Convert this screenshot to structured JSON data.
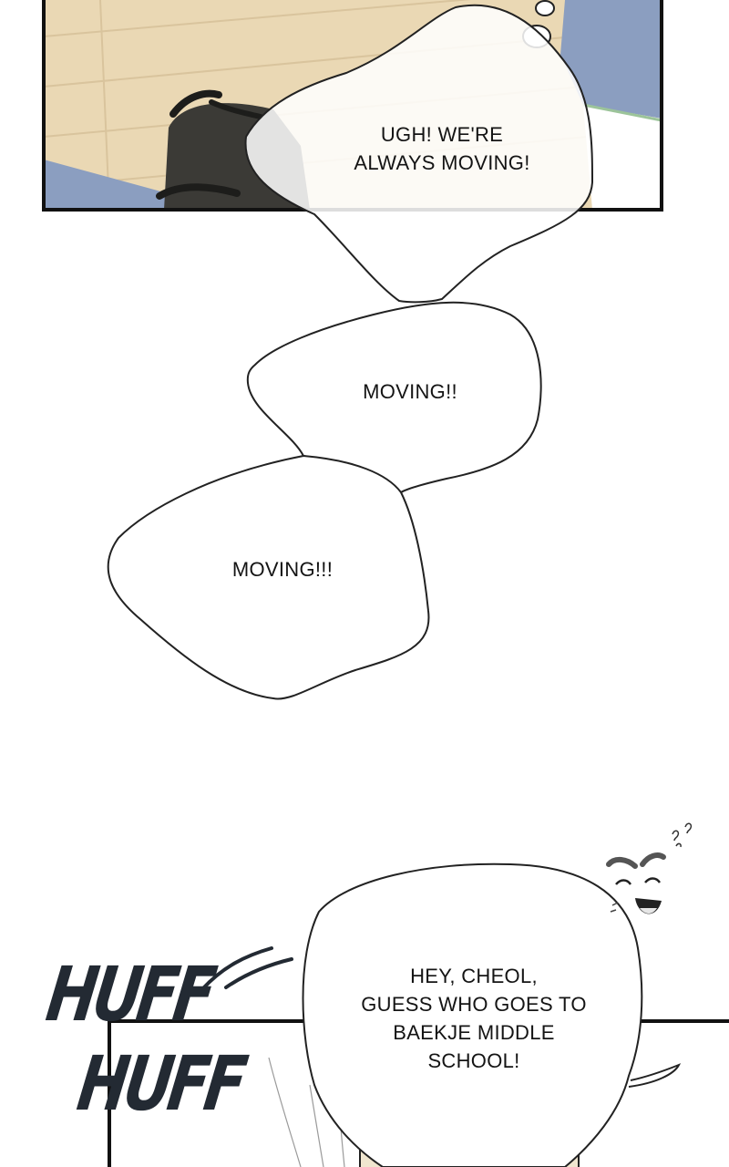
{
  "panel_top": {
    "bubble_text": "UGH! WE'RE\nALWAYS MOVING!"
  },
  "bubbles": {
    "moving_2": "MOVING!!",
    "moving_3": "MOVING!!!"
  },
  "panel_bottom": {
    "sfx_1": "HUFF",
    "sfx_2": "HUFF",
    "bubble_text": "HEY, CHEOL,\nGUESS WHO GOES TO\nBAEKJE MIDDLE\nSCHOOL!"
  },
  "colors": {
    "floor": "#ead8b4",
    "floor_shadow": "#d9c49d",
    "wall_blue": "#8b9ec0",
    "ink": "#141414",
    "sfx": "#232a33"
  }
}
